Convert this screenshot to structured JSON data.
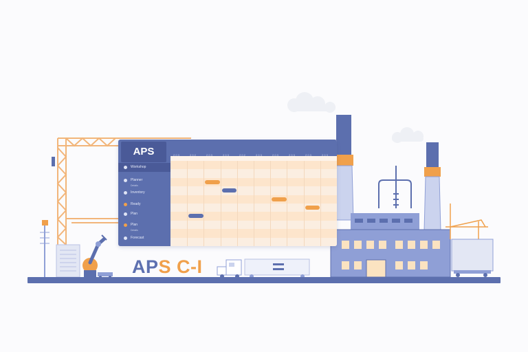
{
  "app": {
    "title": "APS",
    "header_caption": "",
    "header_cells": [
      "2 0 3",
      "2 0 2",
      "2 0 3",
      "2 0 3",
      "2 0 2",
      "2 0 3",
      "2 0 3",
      "2 0 3",
      "2 0 3",
      "2 0 3"
    ],
    "nav_items": [
      {
        "label": "Workshop",
        "sub": "",
        "icon": "dashboard-icon",
        "active": true
      },
      {
        "label": "Planner",
        "sub": "Details",
        "icon": "planner-icon",
        "active": false
      },
      {
        "label": "Inventory",
        "sub": "",
        "icon": "inventory-icon",
        "active": false
      },
      {
        "label": "Ready",
        "sub": "",
        "icon": "ready-icon",
        "active": false
      },
      {
        "label": "Plan",
        "sub": "",
        "icon": "plan-icon",
        "active": false
      },
      {
        "label": "Plan",
        "sub": "Details",
        "icon": "plan-details-icon",
        "active": false
      },
      {
        "label": "Forecast",
        "sub": "",
        "icon": "forecast-icon",
        "active": false
      }
    ],
    "tasks": [
      {
        "row": 2,
        "start": 2.0,
        "span": 0.9,
        "color": "#f0a04b"
      },
      {
        "row": 3,
        "start": 3.0,
        "span": 0.9,
        "color": "#5c6fae"
      },
      {
        "row": 4,
        "start": 6.0,
        "span": 0.9,
        "color": "#f0a04b"
      },
      {
        "row": 5,
        "start": 8.0,
        "span": 0.9,
        "color": "#f0a04b"
      },
      {
        "row": 6,
        "start": 1.0,
        "span": 0.9,
        "color": "#5c6fae"
      }
    ]
  },
  "brand": {
    "part1": "AP",
    "part2": "S",
    "part3": " C-I"
  },
  "colors": {
    "primary": "#5c6fae",
    "primary_dark": "#4a5a98",
    "accent": "#f0a04b",
    "crane": "#f2b579",
    "building": "#8f9fd6",
    "building_light": "#cbd3ee",
    "smoke": "#eef0f5",
    "grid_light": "#fbeee1",
    "grid_dark": "#fde5cc"
  }
}
